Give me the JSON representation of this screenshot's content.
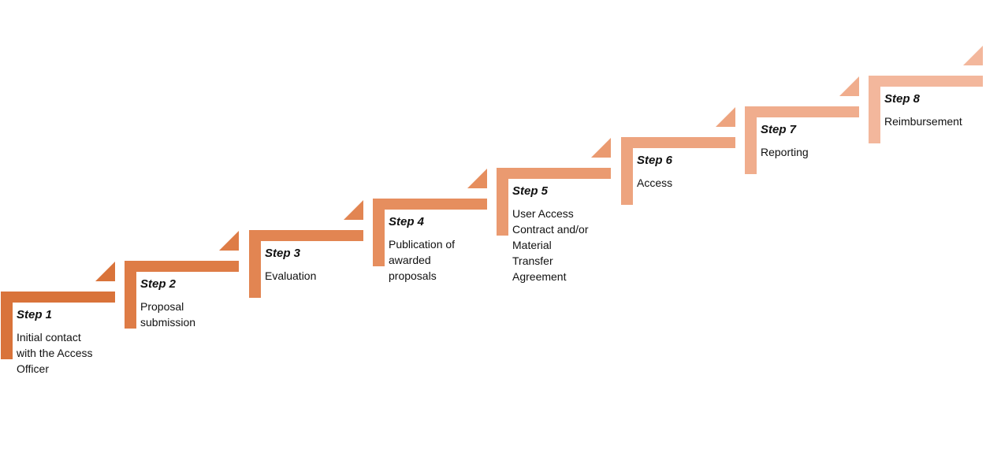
{
  "steps": [
    {
      "title": "Step 1",
      "lines": [
        "Initial contact",
        "with the Access",
        "Officer"
      ],
      "color": "#D9733A"
    },
    {
      "title": "Step 2",
      "lines": [
        "Proposal",
        "submission"
      ],
      "color": "#DE7C46"
    },
    {
      "title": "Step 3",
      "lines": [
        "Evaluation"
      ],
      "color": "#E28552"
    },
    {
      "title": "Step 4",
      "lines": [
        "Publication of",
        "awarded",
        "proposals"
      ],
      "color": "#E68E5E"
    },
    {
      "title": "Step 5",
      "lines": [
        "User Access",
        "Contract and/or",
        "Material",
        "Transfer",
        "Agreement"
      ],
      "color": "#EA9A70"
    },
    {
      "title": "Step 6",
      "lines": [
        "Access"
      ],
      "color": "#EDA47F"
    },
    {
      "title": "Step 7",
      "lines": [
        "Reporting"
      ],
      "color": "#F0AD8D"
    },
    {
      "title": "Step 8",
      "lines": [
        "Reimbursement"
      ],
      "color": "#F3B79C"
    }
  ]
}
